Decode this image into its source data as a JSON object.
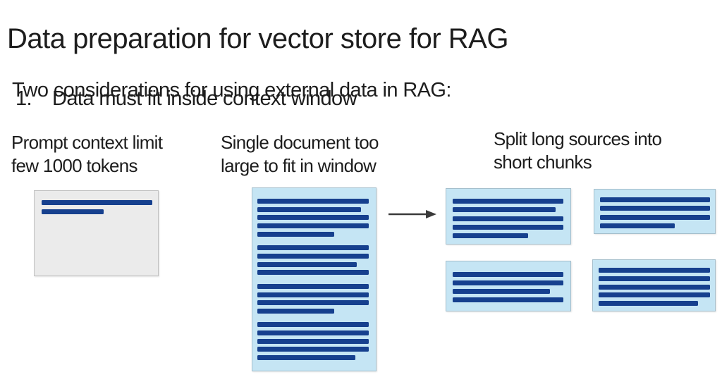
{
  "slide": {
    "title": "Data preparation for vector store for RAG",
    "subtitle": "Two considerations for using external data in RAG:",
    "list": [
      {
        "number": "1.",
        "text": "Data must fit inside context window"
      }
    ]
  },
  "sections": {
    "prompt": {
      "label_lines": [
        "Prompt context limit",
        "few 1000 tokens"
      ],
      "box_lines": [
        1,
        0.56
      ]
    },
    "document": {
      "label_lines": [
        "Single document too",
        "large to fit in window"
      ],
      "paragraphs": [
        [
          1,
          0.93,
          1,
          1,
          0.69
        ],
        [
          1,
          1,
          0.89,
          1
        ],
        [
          1,
          1,
          1,
          0.69
        ],
        [
          1,
          1,
          1,
          1,
          0.88
        ]
      ]
    },
    "chunks": {
      "label_lines": [
        "Split long sources into",
        "short chunks"
      ],
      "boxes": [
        [
          1,
          0.93,
          1,
          1,
          0.68
        ],
        [
          1,
          1,
          0.88,
          1
        ],
        [
          1,
          1,
          1,
          0.68
        ],
        [
          1,
          1,
          1,
          1,
          0.89
        ]
      ]
    }
  },
  "icons": {
    "arrow": "arrow-right-icon"
  },
  "colors": {
    "text": "#1d1d1d",
    "line_blue": "#16408e",
    "doc_fill": "#c5e5f4",
    "doc_border": "#a5bfcc",
    "prompt_fill": "#ebebeb",
    "prompt_border": "#c0c0c0",
    "arrow": "#3a3a3a",
    "background": "#ffffff"
  }
}
